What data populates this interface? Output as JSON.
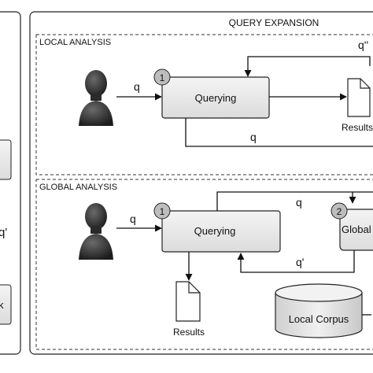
{
  "diagram": {
    "title": "QUERY EXPANSION",
    "local": {
      "title": "LOCAL ANALYSIS",
      "step_number": "1",
      "querying_label": "Querying",
      "results_label": "Results",
      "query_in": "q",
      "query_loop": "q",
      "expanded_query": "q''"
    },
    "global": {
      "title": "GLOBAL ANALYSIS",
      "step_number": "1",
      "querying_label": "Querying",
      "results_label": "Results",
      "query_in": "q",
      "query_out": "q",
      "expanded_query": "q'",
      "step2_number": "2",
      "step2_label": "Global",
      "corpus_label": "Local Corpus"
    },
    "left_fragment": {
      "q_label": "q'",
      "k_label": "k"
    },
    "icons": [
      "user-silhouette-icon",
      "document-icon",
      "database-icon"
    ],
    "colors": {
      "box_fill": "#e6e6e6",
      "stroke": "#222222",
      "circle_fill": "#bdbdbd",
      "person": "#2a2a2a"
    }
  }
}
